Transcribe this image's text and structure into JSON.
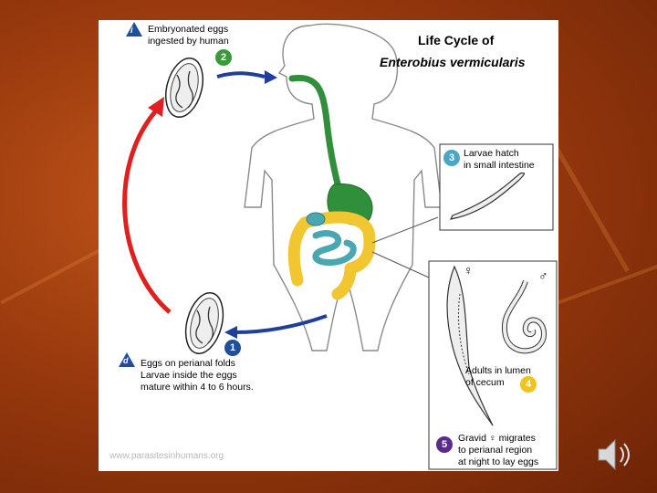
{
  "title_line1": "Life Cycle of",
  "title_line2": "Enterobius vermicularis",
  "steps": [
    {
      "number": "1",
      "color": "#1f4e9c",
      "text": ""
    },
    {
      "number": "2",
      "color": "#3a9a3a",
      "text": ""
    },
    {
      "number": "3",
      "color": "#4aa6c6",
      "text": "Larvae hatch\nin small intestine"
    },
    {
      "number": "4",
      "color": "#f0c419",
      "text": "Adults in lumen\nof cecum"
    },
    {
      "number": "5",
      "color": "#5a2a8c",
      "text": "Gravid ♀ migrates\nto perianal region\nat night to lay eggs"
    }
  ],
  "markers": {
    "i": {
      "letter": "i",
      "text": "Embryonated eggs\ningested by human"
    },
    "d": {
      "letter": "d",
      "text": "Eggs on perianal folds\nLarvae inside the eggs\nmature within 4 to 6 hours."
    }
  },
  "sex_symbols": {
    "female": "♀",
    "male": "♂"
  },
  "watermark": "www.parasitesinhumans.org",
  "colors": {
    "arrow_red": "#e02020",
    "arrow_blue": "#1f3f9a",
    "gut_green": "#2f8f3a",
    "gut_teal": "#4aa6b0",
    "gut_yellow": "#f2c631"
  }
}
